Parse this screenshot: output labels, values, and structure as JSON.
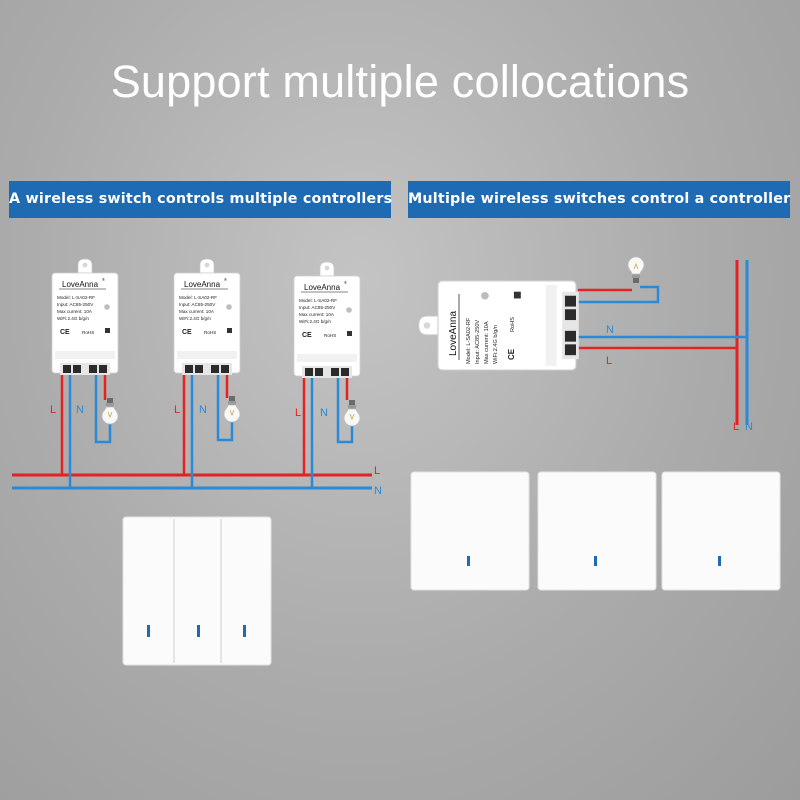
{
  "headline": "Support multiple collocations",
  "banners": {
    "left": "A wireless switch controls multiple controllers",
    "right": "Multiple wireless switches control a controller"
  },
  "module": {
    "brand": "LoveAnna",
    "trademark": "®",
    "model": "Model: L-SA02-RF",
    "input": "Input: AC85-250V",
    "current": "Max current: 10A",
    "wifi": "WiFi:2.4G b/g/n",
    "ce": "CE",
    "rohs": "RoHS"
  },
  "wire_labels": {
    "live": "L",
    "neutral": "N"
  },
  "colors": {
    "live_wire": "#e52222",
    "neutral_wire": "#2a8ad6",
    "banner": "#1e6ab3",
    "indicator": "#1e6ab3"
  }
}
